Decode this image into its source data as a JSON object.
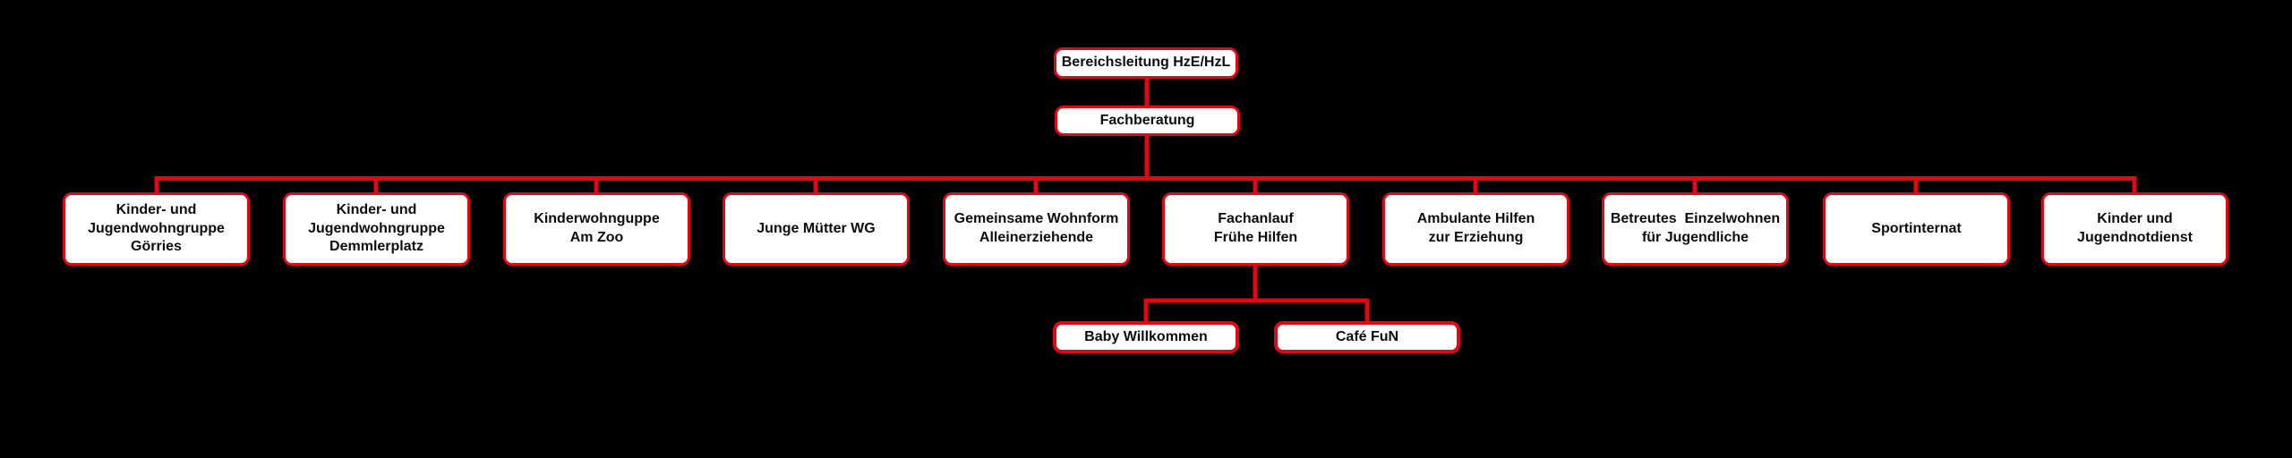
{
  "colors": {
    "background": "#000000",
    "box_fill": "#ffffff",
    "accent_red": "#e30613",
    "text_dark": "#0d0d0d"
  },
  "org_chart": {
    "root": {
      "label": "Bereichsleitung HzE/HzL"
    },
    "staff": {
      "label": "Fachberatung"
    },
    "departments": [
      {
        "label": "Kinder- und\nJugendwohngruppe\nGörries"
      },
      {
        "label": "Kinder- und\nJugendwohngruppe\nDemmlerplatz"
      },
      {
        "label": "Kinderwohnguppe\nAm Zoo"
      },
      {
        "label": "Junge Mütter WG"
      },
      {
        "label": "Gemeinsame Wohnform\nAlleinerziehende"
      },
      {
        "label": "Fachanlauf\nFrühe Hilfen"
      },
      {
        "label": "Ambulante Hilfen\nzur Erziehung"
      },
      {
        "label": "Betreutes  Einzelwohnen\nfür Jugendliche"
      },
      {
        "label": "Sportinternat"
      },
      {
        "label": "Kinder und\nJugendnotdienst"
      }
    ],
    "subunits_parent": "Fachanlauf Frühe Hilfen",
    "subunits": [
      {
        "label": "Baby Willkommen"
      },
      {
        "label": "Café FuN"
      }
    ]
  }
}
